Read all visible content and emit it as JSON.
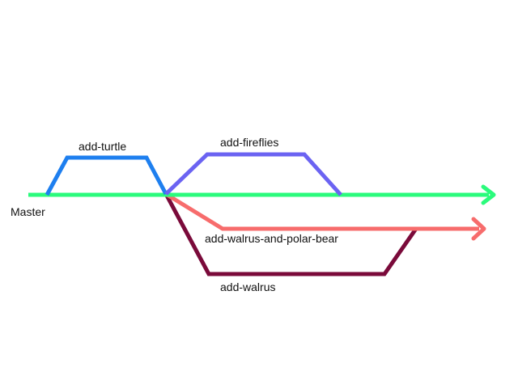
{
  "branches": {
    "master": {
      "label": "Master",
      "color": "#2BFB7C"
    },
    "add_turtle": {
      "label": "add-turtle",
      "color": "#1E7FEF"
    },
    "add_fireflies": {
      "label": "add-fireflies",
      "color": "#6B63F2"
    },
    "add_walrus_and_polar_bear": {
      "label": "add-walrus-and-polar-bear",
      "color": "#F76C6C"
    },
    "add_walrus": {
      "label": "add-walrus",
      "color": "#7A0A3A"
    }
  }
}
